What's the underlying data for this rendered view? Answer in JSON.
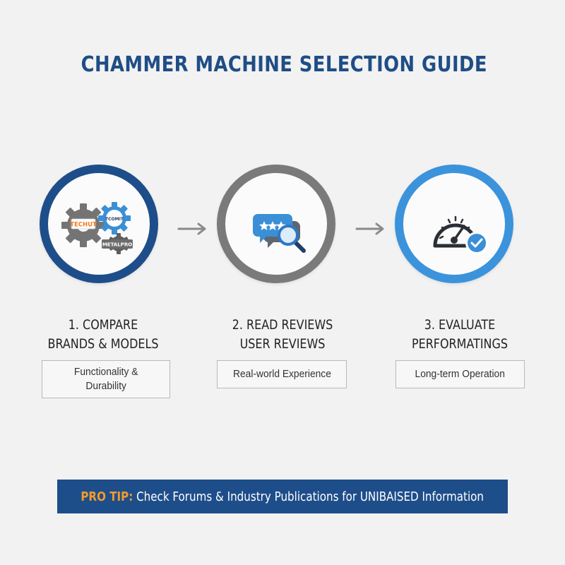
{
  "title": "CHAMMER MACHINE SELECTION GUIDE",
  "steps": [
    {
      "line1": "1. COMPARE",
      "line2": "BRANDS & MODELS",
      "desc_line1": "Functionality &",
      "desc_line2": "Durability",
      "ring_color": "#1e4e8a",
      "icon": "gears-icon",
      "brands": [
        "TECHUT",
        "TCOMIT",
        "METALPRO"
      ]
    },
    {
      "line1": "2. READ REVIEWS",
      "line2": "USER REVIEWS",
      "desc_line1": "Real-world Experience",
      "desc_line2": "",
      "ring_color": "#7a7a7a",
      "icon": "review-magnifier-icon"
    },
    {
      "line1": "3. EVALUATE",
      "line2": "PERFORMATINGS",
      "desc_line1": "Long-term Operation",
      "desc_line2": "",
      "ring_color": "#3b93db",
      "icon": "gauge-check-icon"
    }
  ],
  "tip": {
    "label": "PRO TIP:",
    "text": " Check Forums & Industry Publications for UNIBAISED Information"
  },
  "colors": {
    "accent": "#1e4e8a",
    "tip_label": "#f39a2d",
    "arrow": "#8a8a8a",
    "background": "#f2f2f2"
  }
}
